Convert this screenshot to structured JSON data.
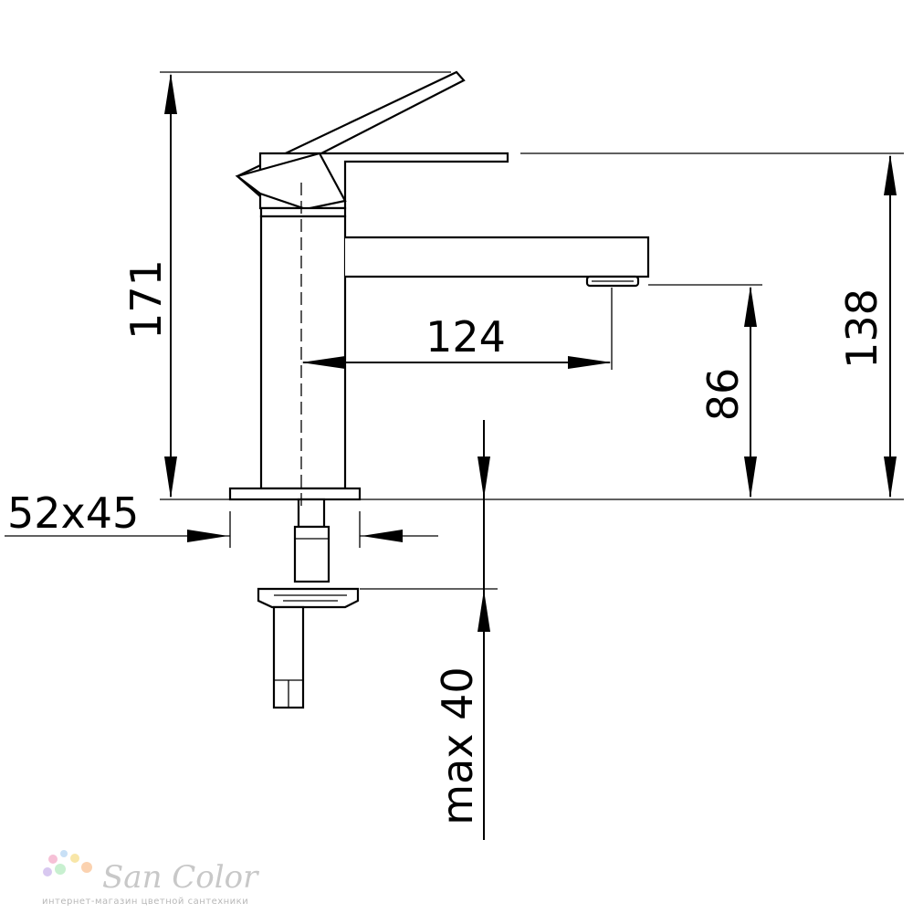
{
  "dimensions": {
    "total_height": "171",
    "spout_reach": "124",
    "spout_height": "138",
    "outlet_height": "86",
    "base_size": "52x45",
    "max_deck_thickness": "max 40"
  },
  "watermark": {
    "brand": "San Color",
    "subtitle": "интернет-магазин цветной сантехники",
    "dot_colors": [
      "#f6c0d6",
      "#c8e0f6",
      "#f8e6a8",
      "#d8c8f0",
      "#c8f0d0",
      "#fbd2b0"
    ]
  }
}
